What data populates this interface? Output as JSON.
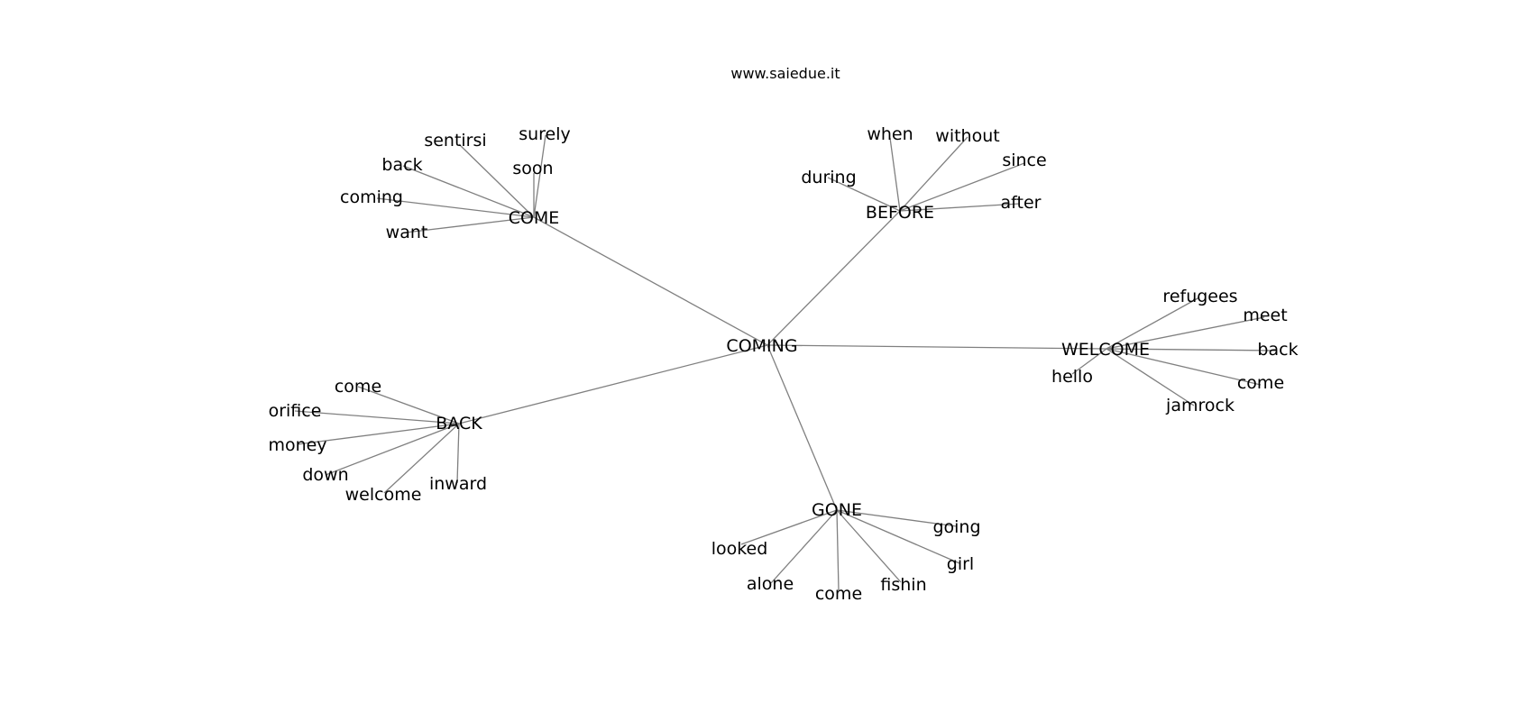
{
  "header": {
    "site": "www.saiedue.it"
  },
  "graph": {
    "center": "COMING",
    "nodes": [
      {
        "id": "coming",
        "label": "COMING"
      },
      {
        "id": "come",
        "label": "COME"
      },
      {
        "id": "before",
        "label": "BEFORE"
      },
      {
        "id": "welcome",
        "label": "WELCOME"
      },
      {
        "id": "back",
        "label": "BACK"
      },
      {
        "id": "gone",
        "label": "GONE"
      },
      {
        "id": "come-surely",
        "label": "surely"
      },
      {
        "id": "come-sentirsi",
        "label": "sentirsi"
      },
      {
        "id": "come-soon",
        "label": "soon"
      },
      {
        "id": "come-back",
        "label": "back"
      },
      {
        "id": "come-coming",
        "label": "coming"
      },
      {
        "id": "come-want",
        "label": "want"
      },
      {
        "id": "before-when",
        "label": "when"
      },
      {
        "id": "before-without",
        "label": "without"
      },
      {
        "id": "before-since",
        "label": "since"
      },
      {
        "id": "before-during",
        "label": "during"
      },
      {
        "id": "before-after",
        "label": "after"
      },
      {
        "id": "welcome-refugees",
        "label": "refugees"
      },
      {
        "id": "welcome-meet",
        "label": "meet"
      },
      {
        "id": "welcome-back",
        "label": "back"
      },
      {
        "id": "welcome-hello",
        "label": "hello"
      },
      {
        "id": "welcome-come",
        "label": "come"
      },
      {
        "id": "welcome-jamrock",
        "label": "jamrock"
      },
      {
        "id": "back-come",
        "label": "come"
      },
      {
        "id": "back-orifice",
        "label": "orifice"
      },
      {
        "id": "back-money",
        "label": "money"
      },
      {
        "id": "back-down",
        "label": "down"
      },
      {
        "id": "back-welcome",
        "label": "welcome"
      },
      {
        "id": "back-inward",
        "label": "inward"
      },
      {
        "id": "gone-going",
        "label": "going"
      },
      {
        "id": "gone-looked",
        "label": "looked"
      },
      {
        "id": "gone-girl",
        "label": "girl"
      },
      {
        "id": "gone-alone",
        "label": "alone"
      },
      {
        "id": "gone-fishin",
        "label": "fishin"
      },
      {
        "id": "gone-come",
        "label": "come"
      }
    ],
    "edges": [
      [
        "coming",
        "come"
      ],
      [
        "coming",
        "before"
      ],
      [
        "coming",
        "welcome"
      ],
      [
        "coming",
        "back"
      ],
      [
        "coming",
        "gone"
      ],
      [
        "come",
        "come-surely"
      ],
      [
        "come",
        "come-sentirsi"
      ],
      [
        "come",
        "come-soon"
      ],
      [
        "come",
        "come-back"
      ],
      [
        "come",
        "come-coming"
      ],
      [
        "come",
        "come-want"
      ],
      [
        "before",
        "before-when"
      ],
      [
        "before",
        "before-without"
      ],
      [
        "before",
        "before-since"
      ],
      [
        "before",
        "before-during"
      ],
      [
        "before",
        "before-after"
      ],
      [
        "welcome",
        "welcome-refugees"
      ],
      [
        "welcome",
        "welcome-meet"
      ],
      [
        "welcome",
        "welcome-back"
      ],
      [
        "welcome",
        "welcome-hello"
      ],
      [
        "welcome",
        "welcome-come"
      ],
      [
        "welcome",
        "welcome-jamrock"
      ],
      [
        "back",
        "back-come"
      ],
      [
        "back",
        "back-orifice"
      ],
      [
        "back",
        "back-money"
      ],
      [
        "back",
        "back-down"
      ],
      [
        "back",
        "back-welcome"
      ],
      [
        "back",
        "back-inward"
      ],
      [
        "gone",
        "gone-going"
      ],
      [
        "gone",
        "gone-looked"
      ],
      [
        "gone",
        "gone-girl"
      ],
      [
        "gone",
        "gone-alone"
      ],
      [
        "gone",
        "gone-fishin"
      ],
      [
        "gone",
        "gone-come"
      ]
    ]
  }
}
